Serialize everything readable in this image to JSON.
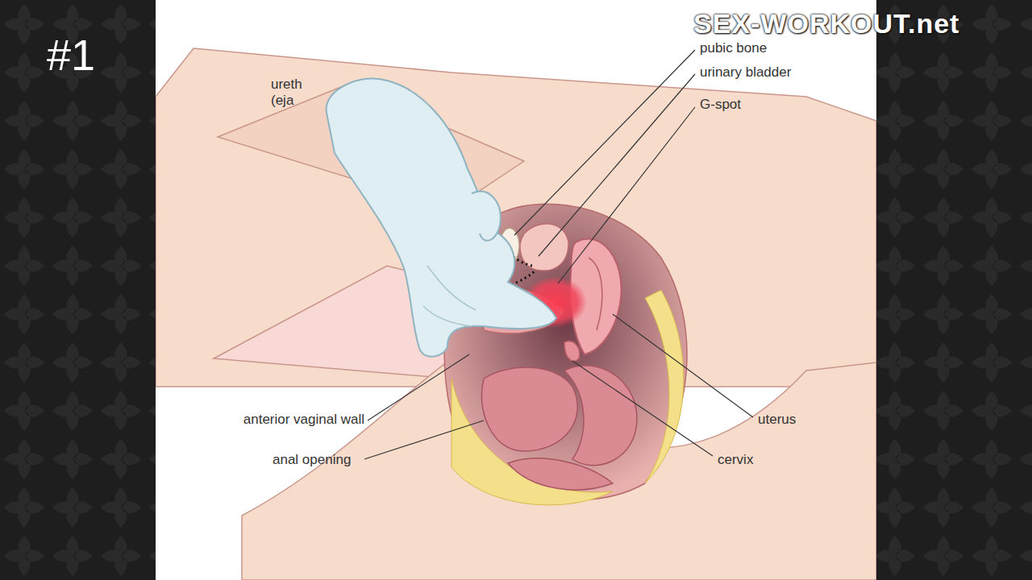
{
  "diagram": {
    "labels": [
      "#1",
      "SEX-WORKOUT.net",
      "pubic bone",
      "urinary bladder",
      "G-spot",
      "ureth",
      "(eja",
      "anterior vaginal wall",
      "anal opening",
      "uterus",
      "cervix"
    ]
  }
}
